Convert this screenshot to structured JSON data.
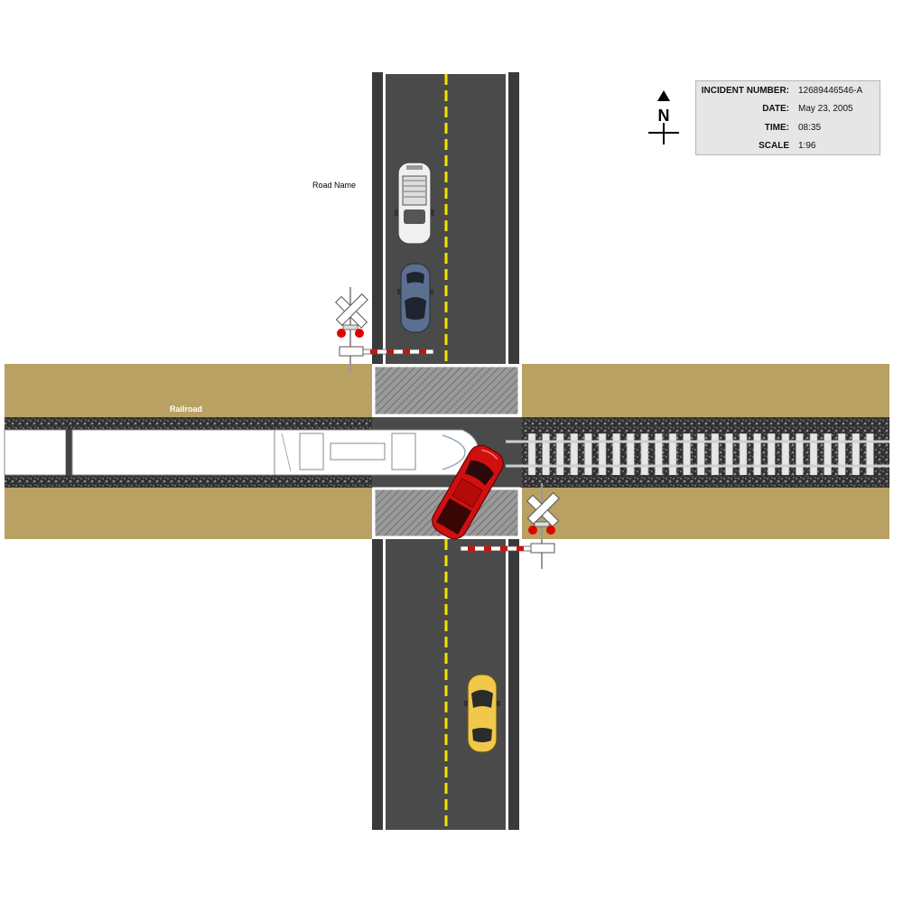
{
  "labels": {
    "road_name": "Road Name",
    "railroad": "Railroad",
    "north": "N"
  },
  "incident": {
    "number_key": "INCIDENT NUMBER:",
    "number_val": "12689446546-A",
    "date_key": "DATE:",
    "date_val": "May 23, 2005",
    "time_key": "TIME:",
    "time_val": "08:35",
    "scale_key": "SCALE",
    "scale_val": "1:96"
  },
  "colors": {
    "asphalt": "#4a4a4a",
    "lane_divider": "#f2e400",
    "rail_bed": "#b8a163",
    "ballast": "#2e2e2e",
    "crossing_pad": "#8c8c8c",
    "car_white": "#f0f0f0",
    "car_blue": "#5b6f8f",
    "car_red": "#d01010",
    "car_yellow": "#f0c84a",
    "signal_red": "#e00000",
    "info_bg": "#e6e6e6"
  },
  "icons": [
    "north-arrow-icon",
    "railroad-crossing-sign-icon",
    "crossing-gate-icon"
  ]
}
